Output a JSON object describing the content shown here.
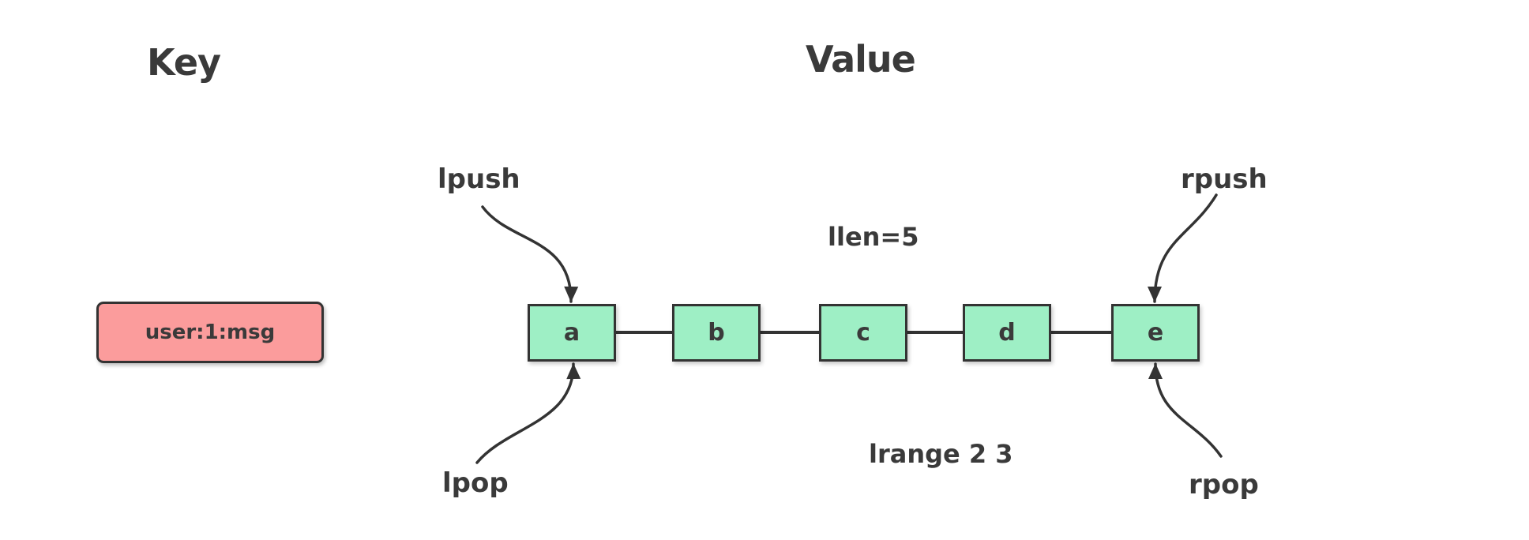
{
  "colors": {
    "key_fill": "#FB9C9C",
    "node_fill": "#9EEFC5",
    "stroke": "#333333",
    "text": "#3A3A3A",
    "background": "#FFFFFF"
  },
  "headers": {
    "key": "Key",
    "value": "Value"
  },
  "key": {
    "name": "user:1:msg"
  },
  "list": {
    "nodes": [
      {
        "label": "a"
      },
      {
        "label": "b"
      },
      {
        "label": "c"
      },
      {
        "label": "d"
      },
      {
        "label": "e"
      }
    ],
    "length_label": "llen=5",
    "range_label": "lrange 2 3"
  },
  "operations": {
    "lpush": "lpush",
    "lpop": "lpop",
    "rpush": "rpush",
    "rpop": "rpop"
  }
}
